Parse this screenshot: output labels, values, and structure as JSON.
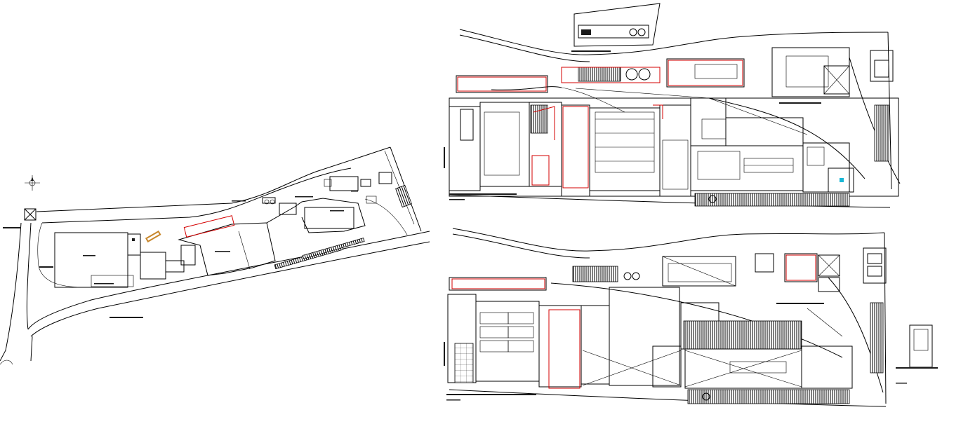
{
  "drawing": {
    "type": "cad-site-and-floor-plans",
    "panels": [
      {
        "id": "site-plan",
        "description_visible_text": ""
      },
      {
        "id": "upper-floor-plan",
        "description_visible_text": ""
      },
      {
        "id": "lower-floor-plan",
        "description_visible_text": ""
      }
    ],
    "colors": {
      "linework": "#000000",
      "highlight": "#d40000",
      "accent_orange": "#c8862a",
      "accent_cyan": "#19b7d6",
      "background": "#ffffff"
    },
    "icons": [
      "north-arrow-icon",
      "compass-cross-icon"
    ]
  }
}
